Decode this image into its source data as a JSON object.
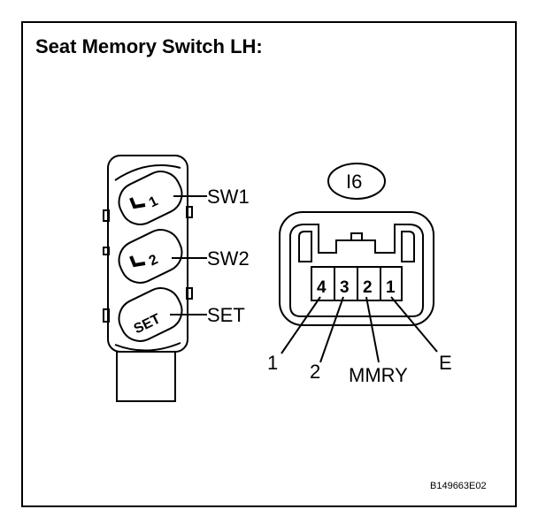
{
  "title": "Seat Memory Switch LH:",
  "reference_code": "B149663E02",
  "switch": {
    "buttons": [
      {
        "glyph": "1",
        "label": "SW1"
      },
      {
        "glyph": "2",
        "label": "SW2"
      },
      {
        "glyph": "SET",
        "label": "SET"
      }
    ]
  },
  "connector": {
    "id": "I6",
    "pins": [
      {
        "number": "4",
        "label": "1"
      },
      {
        "number": "3",
        "label": "2"
      },
      {
        "number": "2",
        "label": "MMRY"
      },
      {
        "number": "1",
        "label": "E"
      }
    ]
  },
  "colors": {
    "line": "#000000",
    "background": "#ffffff"
  }
}
